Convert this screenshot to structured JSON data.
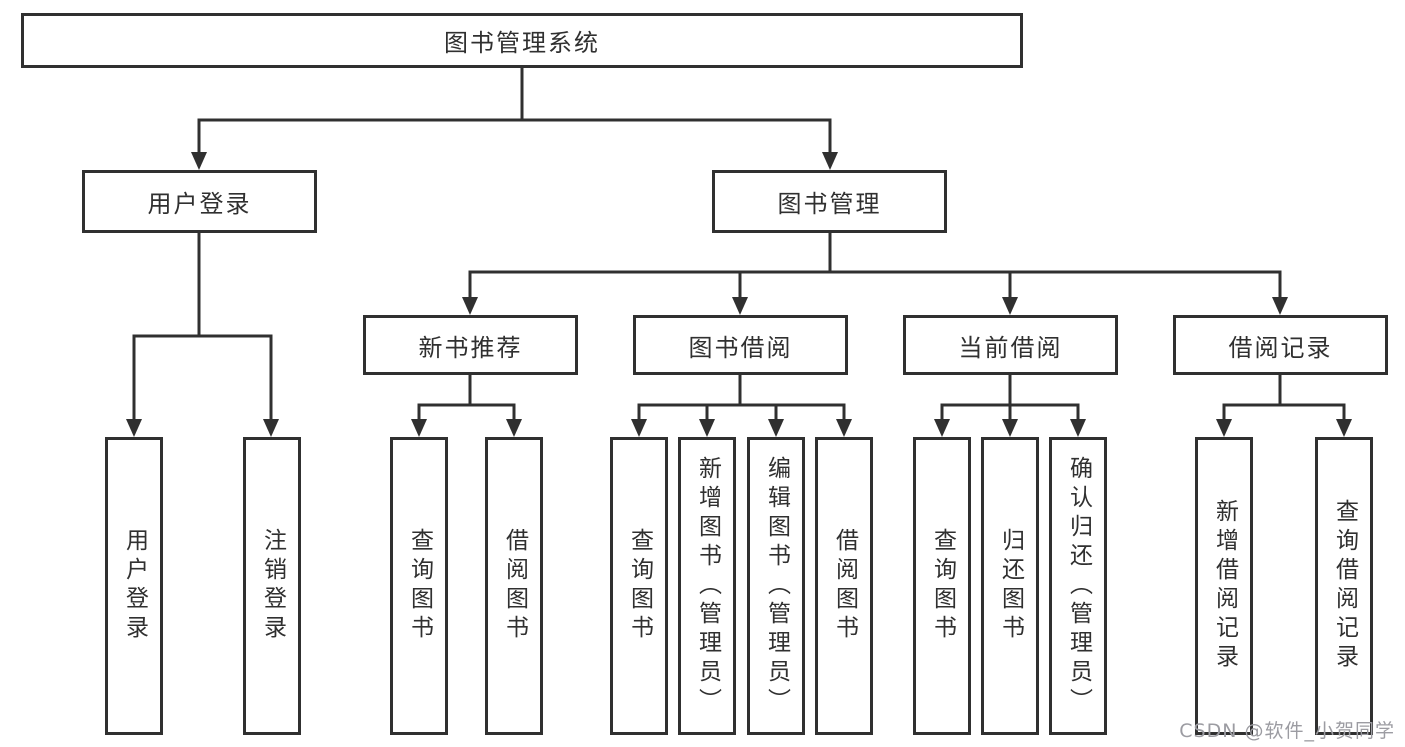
{
  "colors": {
    "line": "#303030",
    "text": "#303030",
    "box_background": "#ffffff",
    "watermark": "#9c9ca2",
    "background": "#ffffff"
  },
  "watermark": "CSDN @软件_小贺同学",
  "tree": {
    "root": {
      "label": "图书管理系统",
      "children": [
        {
          "label": "用户登录",
          "children": [
            {
              "label": "用户登录"
            },
            {
              "label": "注销登录"
            }
          ]
        },
        {
          "label": "图书管理",
          "children": [
            {
              "label": "新书推荐",
              "children": [
                {
                  "label": "查询图书"
                },
                {
                  "label": "借阅图书"
                }
              ]
            },
            {
              "label": "图书借阅",
              "children": [
                {
                  "label": "查询图书"
                },
                {
                  "label": "新增图书（管理员）"
                },
                {
                  "label": "编辑图书（管理员）"
                },
                {
                  "label": "借阅图书"
                }
              ]
            },
            {
              "label": "当前借阅",
              "children": [
                {
                  "label": "查询图书"
                },
                {
                  "label": "归还图书"
                },
                {
                  "label": "确认归还（管理员）"
                }
              ]
            },
            {
              "label": "借阅记录",
              "children": [
                {
                  "label": "新增借阅记录"
                },
                {
                  "label": "查询借阅记录"
                }
              ]
            }
          ]
        }
      ]
    }
  }
}
